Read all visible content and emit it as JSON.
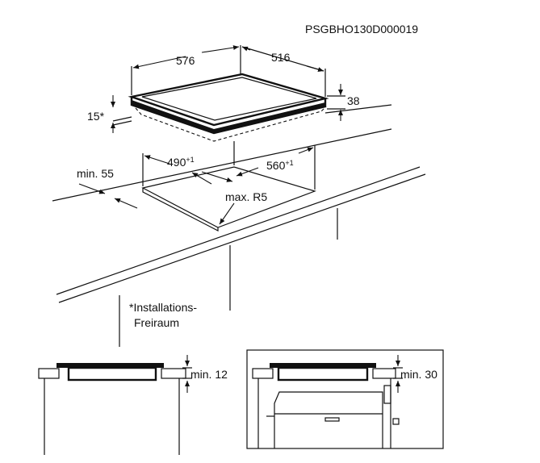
{
  "diagram": {
    "code": "PSGBHO130D000019",
    "hob_width": "576",
    "hob_depth": "516",
    "hob_height": "38",
    "hob_offset": "15*",
    "cutout_width_base": "490",
    "cutout_width_tol": "+1",
    "cutout_depth_base": "560",
    "cutout_depth_tol": "+1",
    "min_edge": "min. 55",
    "max_radius": "max. R5",
    "note_line1": "*Installations-",
    "note_line2": "Freiraum",
    "clearance_left": "min. 12",
    "clearance_right": "min. 30"
  }
}
